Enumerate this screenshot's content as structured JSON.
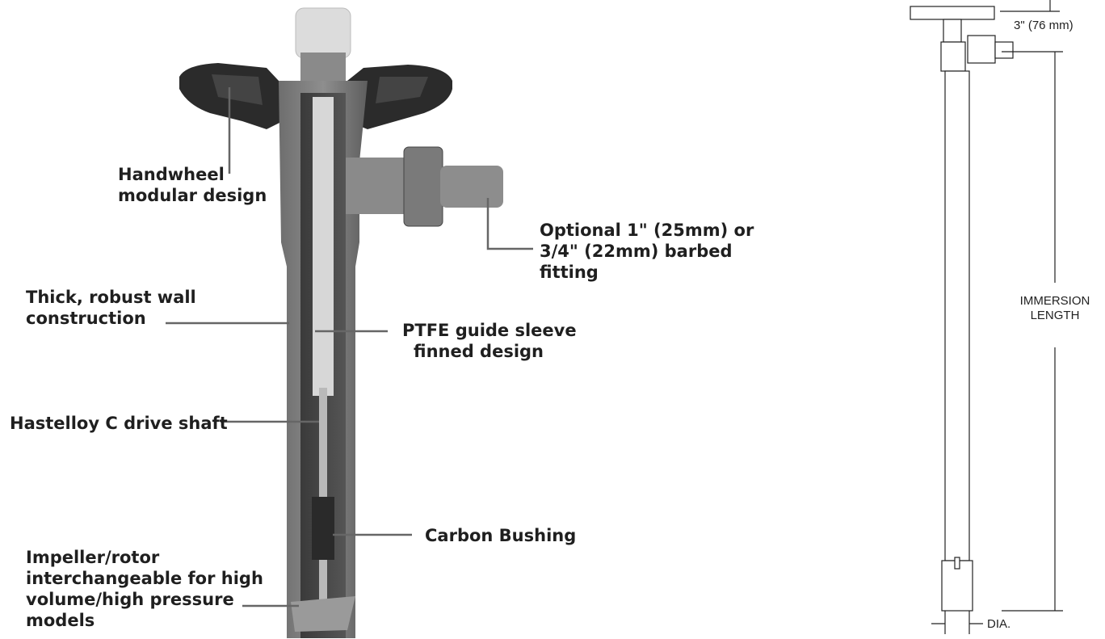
{
  "callouts": {
    "handwheel": [
      "Handwheel",
      "modular design"
    ],
    "fitting": [
      "Optional 1\" (25mm) or",
      "3/4\" (22mm) barbed",
      "fitting"
    ],
    "wall": [
      "Thick, robust wall",
      "construction"
    ],
    "sleeve": [
      "PTFE guide sleeve",
      "finned design"
    ],
    "shaft": "Hastelloy C drive shaft",
    "bushing": "Carbon Bushing",
    "impeller": [
      "Impeller/rotor",
      "interchangeable for high",
      "volume/high pressure",
      "models"
    ]
  },
  "dimensions": {
    "top": "3\" (76 mm)",
    "immersion": [
      "IMMERSION",
      "LENGTH"
    ],
    "diameter": "DIA."
  }
}
